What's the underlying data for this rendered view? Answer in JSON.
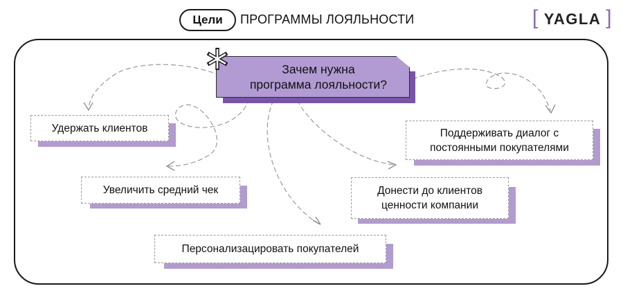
{
  "header": {
    "pill_label": "Цели",
    "title": "ПРОГРАММЫ ЛОЯЛЬНОСТИ"
  },
  "logo": {
    "text": "YAGLA",
    "bracket_left": "[",
    "bracket_right": "]"
  },
  "diagram": {
    "center": "Зачем нужна\nпрограмма лояльности?",
    "goals": [
      "Удержать клиентов",
      "Увеличить средний чек",
      "Персонализацировать покупателей",
      "Донести до клиентов ценности компании",
      "Поддерживать диалог с постоянными покупателями"
    ]
  },
  "colors": {
    "accent": "#b19bd2",
    "accent_dark": "#7856a6",
    "shadow": "#b29bcf",
    "logo_bracket": "#8a6bb0"
  }
}
